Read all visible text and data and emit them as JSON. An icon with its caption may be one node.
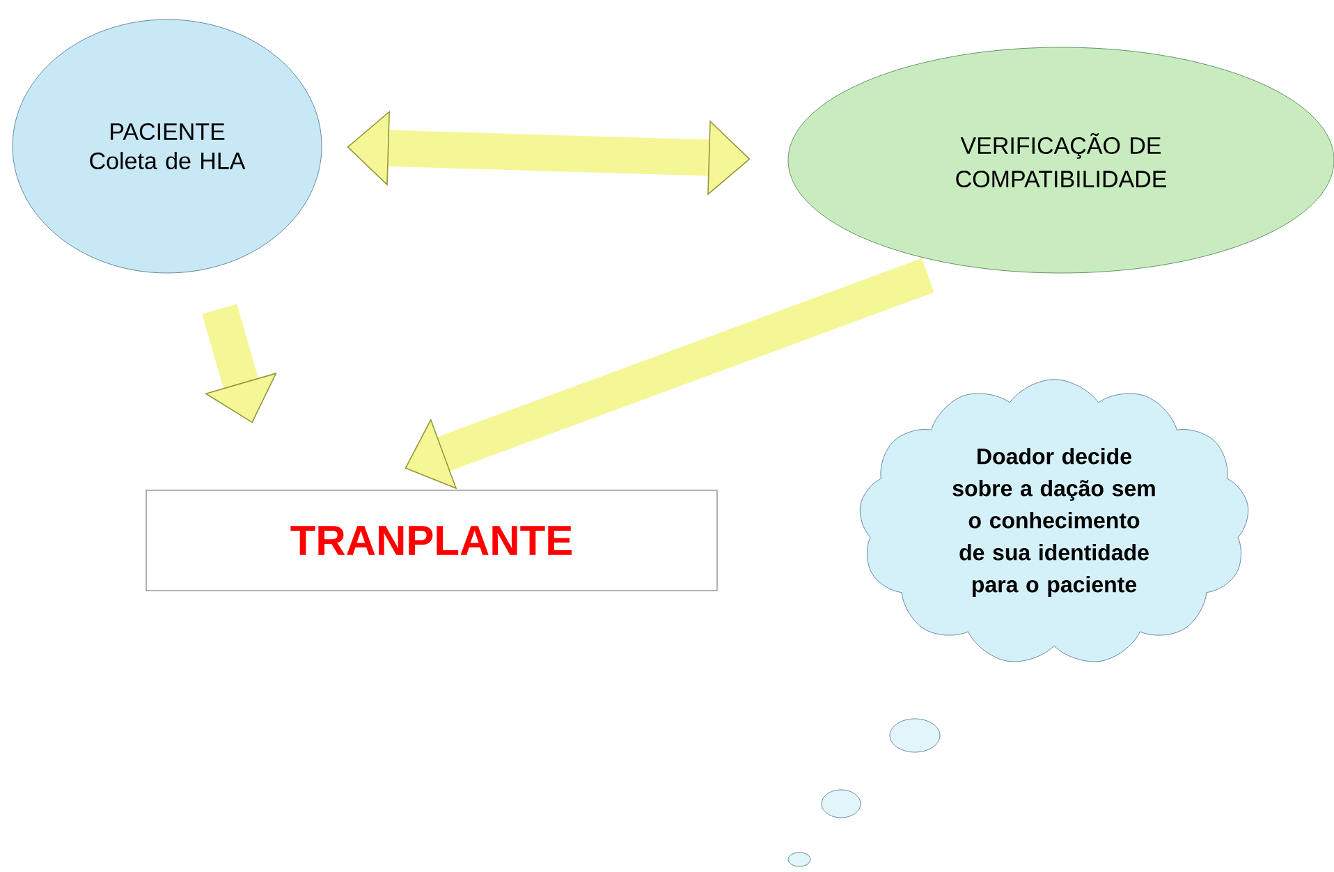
{
  "diagram": {
    "nodes": [
      {
        "text": [
          "PACIENTE Coleta de HLA"
        ]
      },
      {
        "text": [
          "VERIFICAÇÃO DE COMPATIBILIDADE"
        ]
      },
      {
        "text": [
          "TRANPLANTE"
        ]
      },
      {
        "text": [
          "Doador decide sobre a dação sem o conhecimento de sua identidade para o paciente"
        ]
      }
    ],
    "edges": [
      {
        "from": 0,
        "to": 1,
        "arrow": "both"
      },
      {
        "from": 0,
        "to": 2,
        "arrow": "to"
      },
      {
        "from": 1,
        "to": 2,
        "arrow": "to"
      }
    ]
  }
}
